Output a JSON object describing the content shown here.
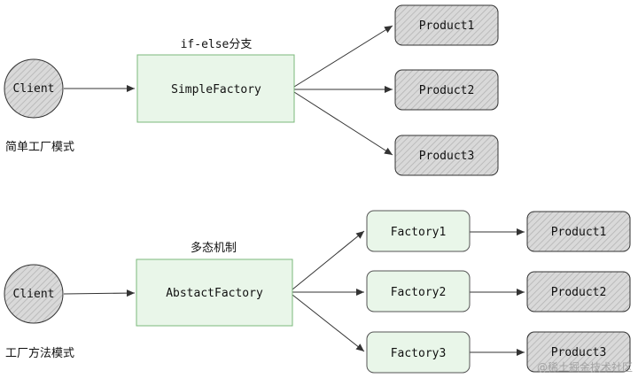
{
  "simple_factory": {
    "client": "Client",
    "factory": "SimpleFactory",
    "factory_label": "if-else分支",
    "caption": "简单工厂模式",
    "products": [
      "Product1",
      "Product2",
      "Product3"
    ]
  },
  "factory_method": {
    "client": "Client",
    "factory": "AbstactFactory",
    "factory_label": "多态机制",
    "caption": "工厂方法模式",
    "factories": [
      "Factory1",
      "Factory2",
      "Factory3"
    ],
    "products": [
      "Product1",
      "Product2",
      "Product3"
    ]
  },
  "watermark": "@稀土掘金技术社区",
  "colors": {
    "factory_fill": "#e9f6e9",
    "factory_stroke": "#7bb87b",
    "hatch_fill": "#d6d6d6",
    "stroke": "#333333"
  }
}
